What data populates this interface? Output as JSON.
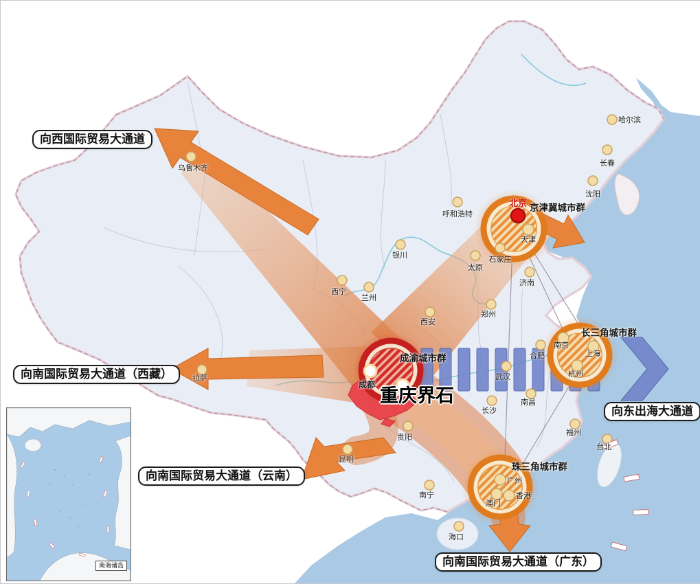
{
  "corridor_labels": {
    "west": "向西国际贸易大通道",
    "south_tibet": "向南国际贸易大通道（西藏）",
    "south_yunnan": "向南国际贸易大通道（云南）",
    "south_guangdong": "向南国际贸易大通道（广东）",
    "east_sea": "向东出海大通道"
  },
  "city_clusters": {
    "jingjinji": "京津冀城市群",
    "changsanjiao": "长三角城市群",
    "chengyu": "成渝城市群",
    "zhusanjiao": "珠三角城市群"
  },
  "highlight": {
    "chongqing_jieshi": "重庆界石"
  },
  "capital": "北京",
  "cities": [
    "乌鲁木齐",
    "哈尔滨",
    "长春",
    "沈阳",
    "呼和浩特",
    "银川",
    "太原",
    "石家庄",
    "济南",
    "西宁",
    "兰州",
    "西安",
    "郑州",
    "合肥",
    "武汉",
    "南昌",
    "长沙",
    "贵阳",
    "昆明",
    "南宁",
    "海口",
    "拉萨",
    "福州",
    "台北"
  ],
  "cluster_cities": [
    "天津",
    "南京",
    "上海",
    "杭州",
    "成都",
    "广州",
    "香港",
    "澳门"
  ],
  "inset_map": {
    "label": "南海诸岛"
  },
  "colors": {
    "corridor_arrow_orange": "#e8833c",
    "flow_band_orange": "#e0905a",
    "east_corridor_blue": "#7588cb",
    "cluster_ring_orange": "#e07b1e",
    "chengyu_ring_red": "#c42020",
    "beijing_dot_red": "#e31414",
    "chongqing_region_red": "#e8474d",
    "city_dot_tan": "#f3dca6",
    "sea_blue": "#a9c9e4",
    "land": "#e9eef6"
  }
}
